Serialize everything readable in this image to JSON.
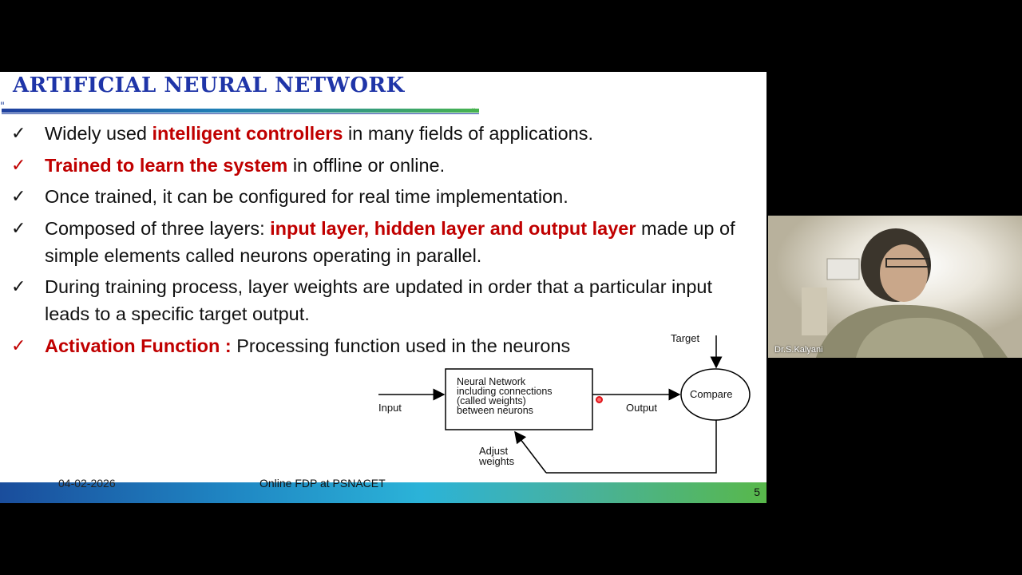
{
  "slide": {
    "title": "ARTIFICIAL NEURAL NETWORK",
    "bullets": [
      {
        "check_color": "black",
        "parts": [
          {
            "text": "Widely used ",
            "hl": false
          },
          {
            "text": "intelligent controllers",
            "hl": true
          },
          {
            "text": " in many fields of applications.",
            "hl": false
          }
        ]
      },
      {
        "check_color": "red",
        "parts": [
          {
            "text": "Trained to learn the system",
            "hl": true
          },
          {
            "text": " in offline or online.",
            "hl": false
          }
        ]
      },
      {
        "check_color": "black",
        "parts": [
          {
            "text": "Once trained, it can be configured for real time implementation.",
            "hl": false
          }
        ]
      },
      {
        "check_color": "black",
        "parts": [
          {
            "text": "Composed of three layers: ",
            "hl": false
          },
          {
            "text": "input layer, hidden layer and output layer",
            "hl": true
          },
          {
            "text": " made up of  simple elements called neurons operating in parallel.",
            "hl": false
          }
        ]
      },
      {
        "check_color": "black",
        "parts": [
          {
            "text": "During training process, layer weights are updated in order that a particular input leads to a specific target output.",
            "hl": false
          }
        ]
      },
      {
        "check_color": "red",
        "parts": [
          {
            "text": "Activation Function :",
            "hl": true
          },
          {
            "text": " Processing function used in the neurons",
            "hl": false
          }
        ]
      }
    ],
    "check_glyph": "✓",
    "diagram": {
      "target": "Target",
      "input": "Input",
      "output": "Output",
      "compare": "Compare",
      "nn_lines": [
        "Neural Network",
        "including connections",
        "(called weights)",
        "between neurons"
      ],
      "adjust_lines": [
        "Adjust",
        "weights"
      ]
    },
    "footer": {
      "date": "04-02-2026",
      "center": "Online FDP at PSNACET",
      "page": "5"
    }
  },
  "video": {
    "participant_name": "Dr.S.Kalyani"
  },
  "colors": {
    "title": "#1f35a8",
    "highlight": "#c00000",
    "laser": "#e0151b"
  }
}
